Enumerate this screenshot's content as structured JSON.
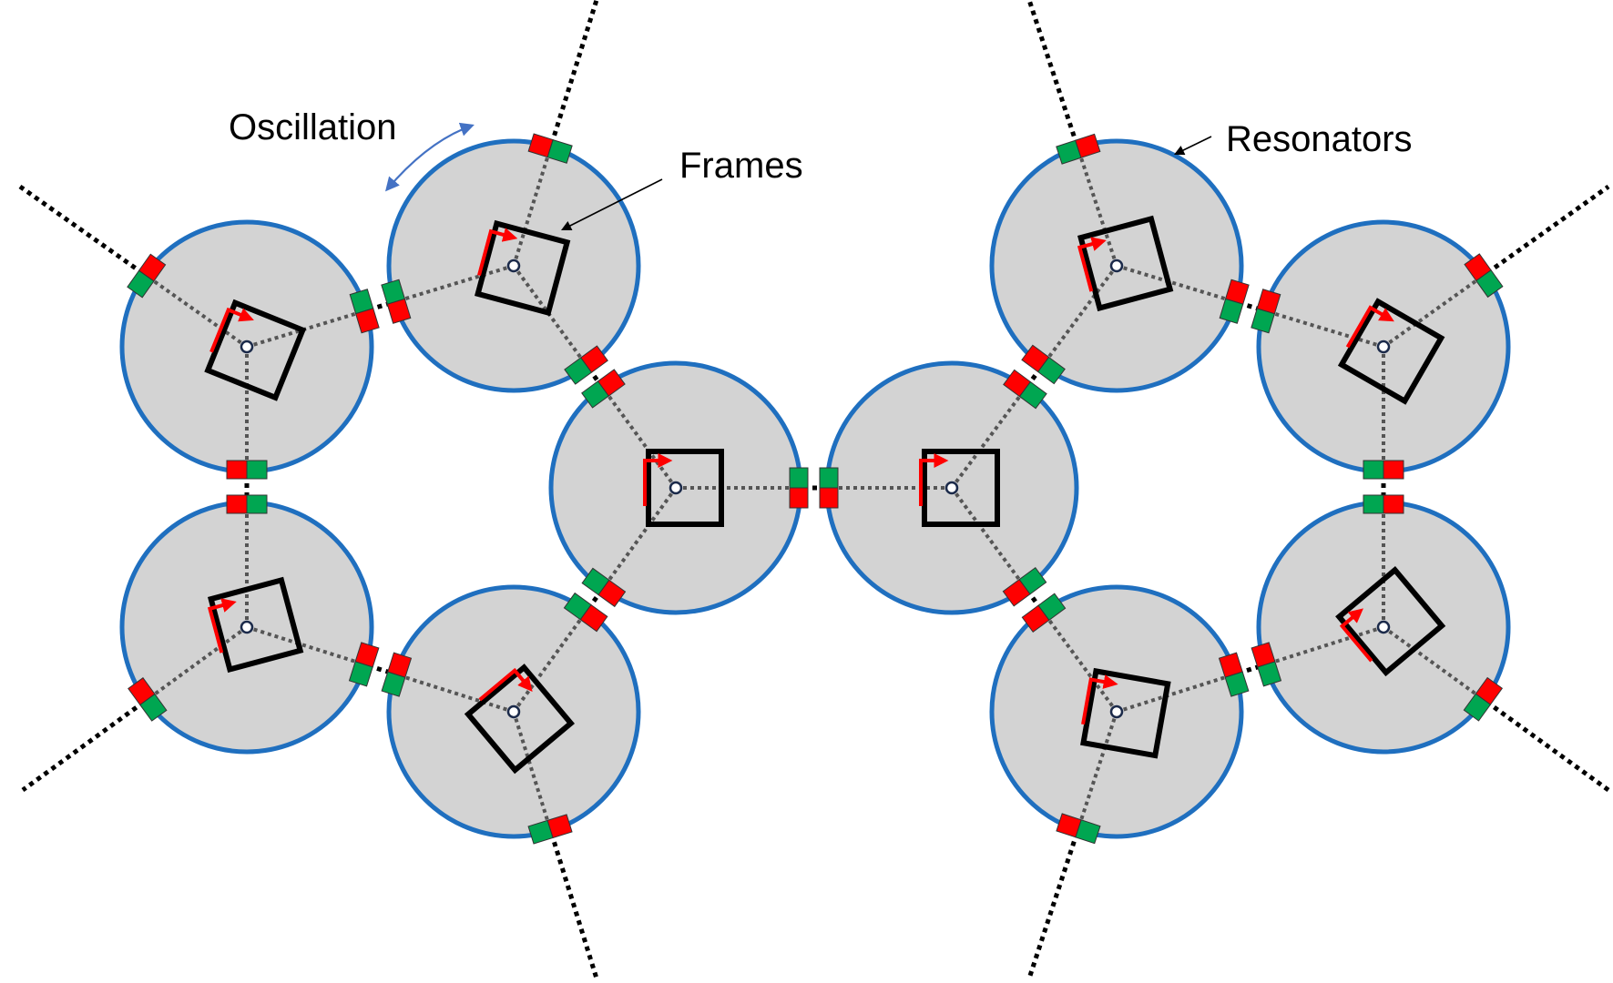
{
  "labels": {
    "oscillation": "Oscillation",
    "frames": "Frames",
    "resonators": "Resonators"
  },
  "colors": {
    "resonator_fill": "#d3d3d3",
    "resonator_stroke": "#1f6fbf",
    "magnet_red": "#ff0000",
    "magnet_green": "#00a651",
    "frame": "#000000",
    "spin_arrow": "#ff0000",
    "oscillation_arrow": "#4472c4"
  },
  "legend_icons": [
    "oscillation-arrow-icon",
    "frames-pointer-icon",
    "resonators-pointer-icon"
  ],
  "resonators": [
    {
      "id": "left-1",
      "frame_angle_deg": 22
    },
    {
      "id": "left-2",
      "frame_angle_deg": 15
    },
    {
      "id": "left-3",
      "frame_angle_deg": 40
    },
    {
      "id": "left-4",
      "frame_angle_deg": -15
    },
    {
      "id": "left-5",
      "frame_angle_deg": 50
    },
    {
      "id": "center-left",
      "frame_angle_deg": 0
    },
    {
      "id": "center-right",
      "frame_angle_deg": 0
    },
    {
      "id": "right-1",
      "frame_angle_deg": -15
    },
    {
      "id": "right-2",
      "frame_angle_deg": 30
    },
    {
      "id": "right-3",
      "frame_angle_deg": 40
    },
    {
      "id": "right-4",
      "frame_angle_deg": 10
    },
    {
      "id": "right-5",
      "frame_angle_deg": -40
    }
  ]
}
